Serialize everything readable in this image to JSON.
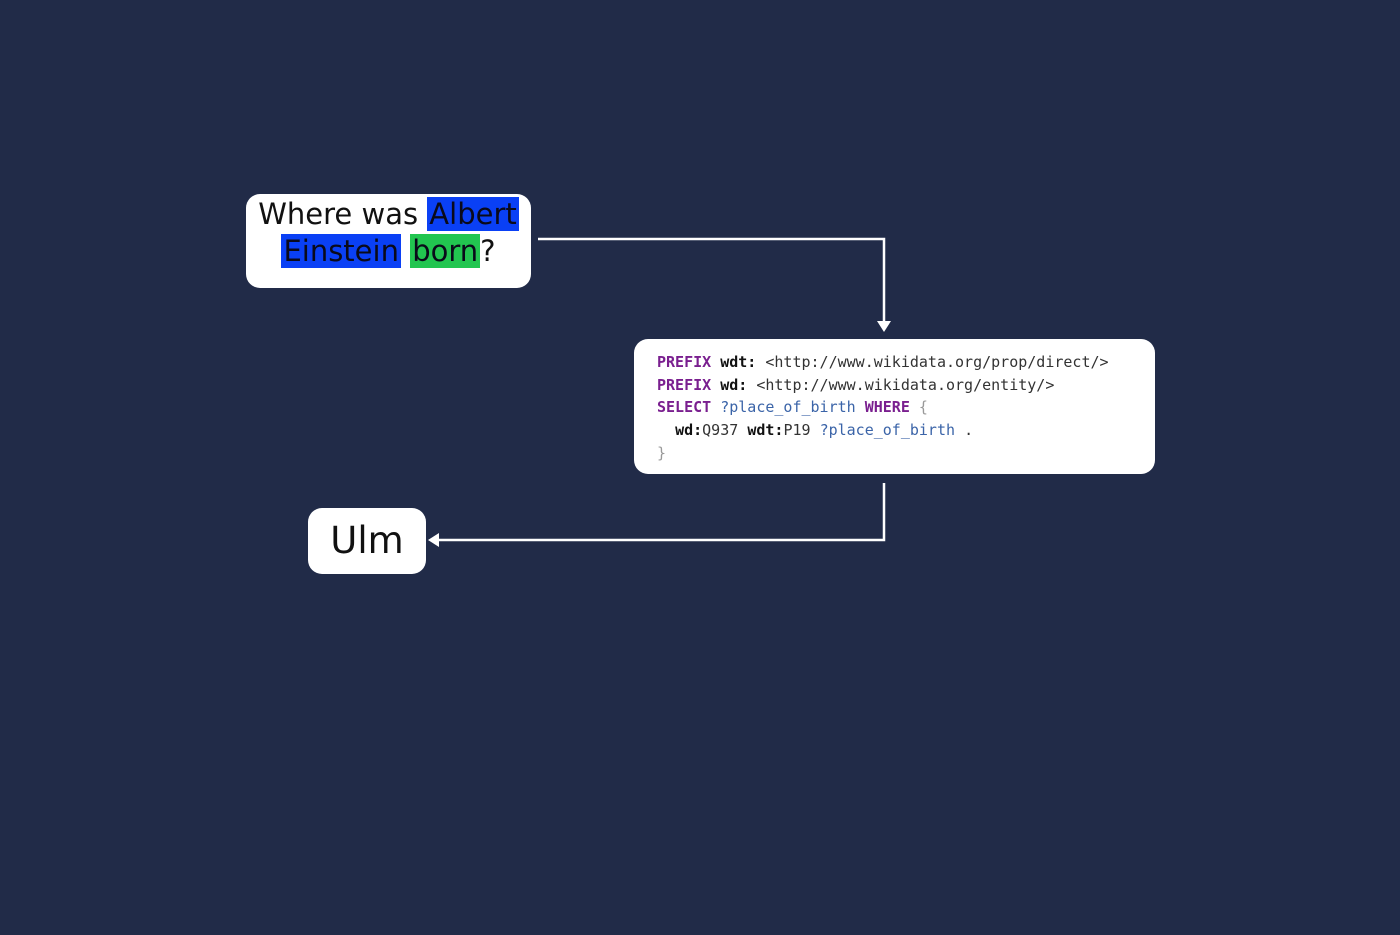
{
  "question": {
    "prefix": "Where was ",
    "entity_line1": "Albert",
    "entity_line2": "Einstein",
    "relation": "born",
    "suffix": "?"
  },
  "query": {
    "line1": {
      "kw": "PREFIX",
      "prefix": "wdt:",
      "iri": "<http://www.wikidata.org/prop/direct/>"
    },
    "line2": {
      "kw": "PREFIX",
      "prefix": "wd:",
      "iri": "<http://www.wikidata.org/entity/>"
    },
    "line3": {
      "kw": "SELECT",
      "var": "?place_of_birth",
      "kw2": "WHERE",
      "brace": "{"
    },
    "line4": {
      "p1": "wd:",
      "id1": "Q937",
      "p2": "wdt:",
      "id2": "P19",
      "var": "?place_of_birth",
      "dot": "."
    },
    "line5": {
      "brace": "}"
    }
  },
  "answer": {
    "text": "Ulm"
  },
  "colors": {
    "background": "#212b48",
    "entity_highlight": "#0a40f5",
    "relation_highlight": "#22c550",
    "keyword": "#7a1f8f",
    "variable": "#3b64a8"
  }
}
